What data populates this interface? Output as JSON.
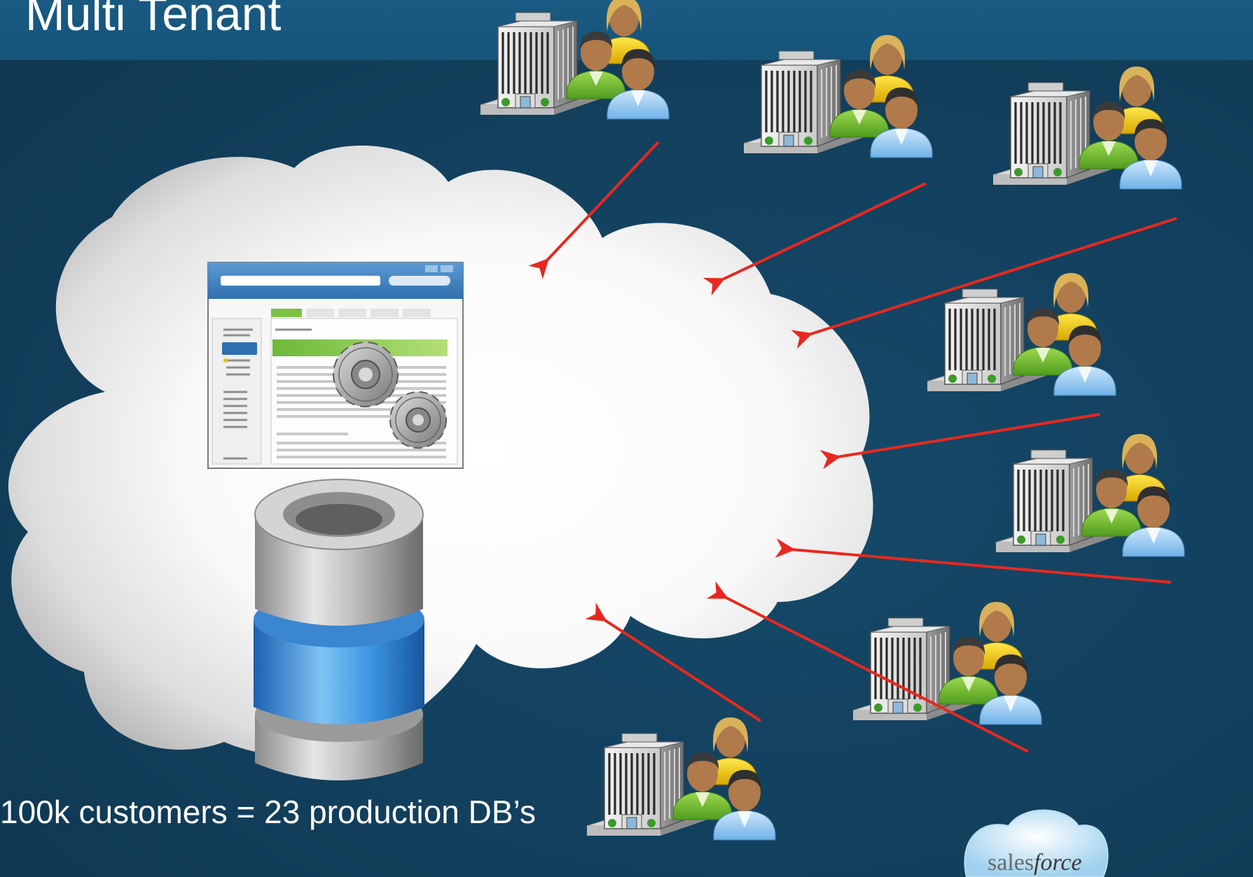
{
  "slide": {
    "title": "Multi Tenant",
    "caption": "100k customers = 23 production DB’s"
  },
  "logo": {
    "text_sales": "sales",
    "text_force": "force"
  },
  "colors": {
    "background": "#123f5c",
    "title_bar": "#165479",
    "arrow": "#e8281e",
    "cloud": "#ffffff",
    "db_band": "#2f8fe0",
    "green_bar": "#7cc242"
  },
  "diagram": {
    "central_items": [
      "app-window-icon",
      "gears-icon",
      "database-icon"
    ],
    "tenant_icons": [
      "office-building-icon",
      "people-group-icon"
    ],
    "tenant_count": 7,
    "arrow_count": 7
  }
}
